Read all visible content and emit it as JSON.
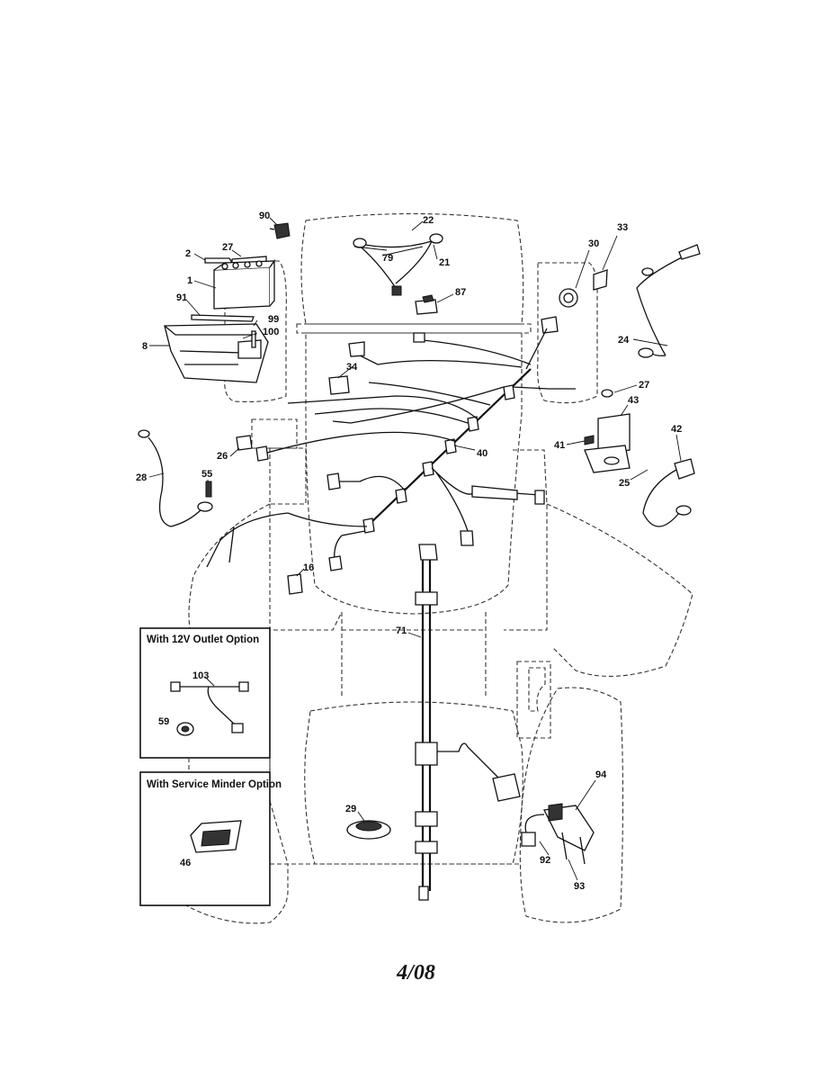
{
  "callouts": {
    "c90": "90",
    "c2": "2",
    "c27a": "27",
    "c1": "1",
    "c91": "91",
    "c99": "99",
    "c100": "100",
    "c8": "8",
    "c22": "22",
    "c79": "79",
    "c21": "21",
    "c87": "87",
    "c30": "30",
    "c33": "33",
    "c24": "24",
    "c27b": "27",
    "c43": "43",
    "c41": "41",
    "c42": "42",
    "c25": "25",
    "c34": "34",
    "c40": "40",
    "c26": "26",
    "c28": "28",
    "c55": "55",
    "c16": "16",
    "c71": "71",
    "c29": "29",
    "c94": "94",
    "c92": "92",
    "c93": "93"
  },
  "inset_12v": {
    "title": "With 12V Outlet Option",
    "c103": "103",
    "c59": "59"
  },
  "inset_service": {
    "title": "With Service Minder Option",
    "c46": "46"
  },
  "footer_date": "4/08"
}
